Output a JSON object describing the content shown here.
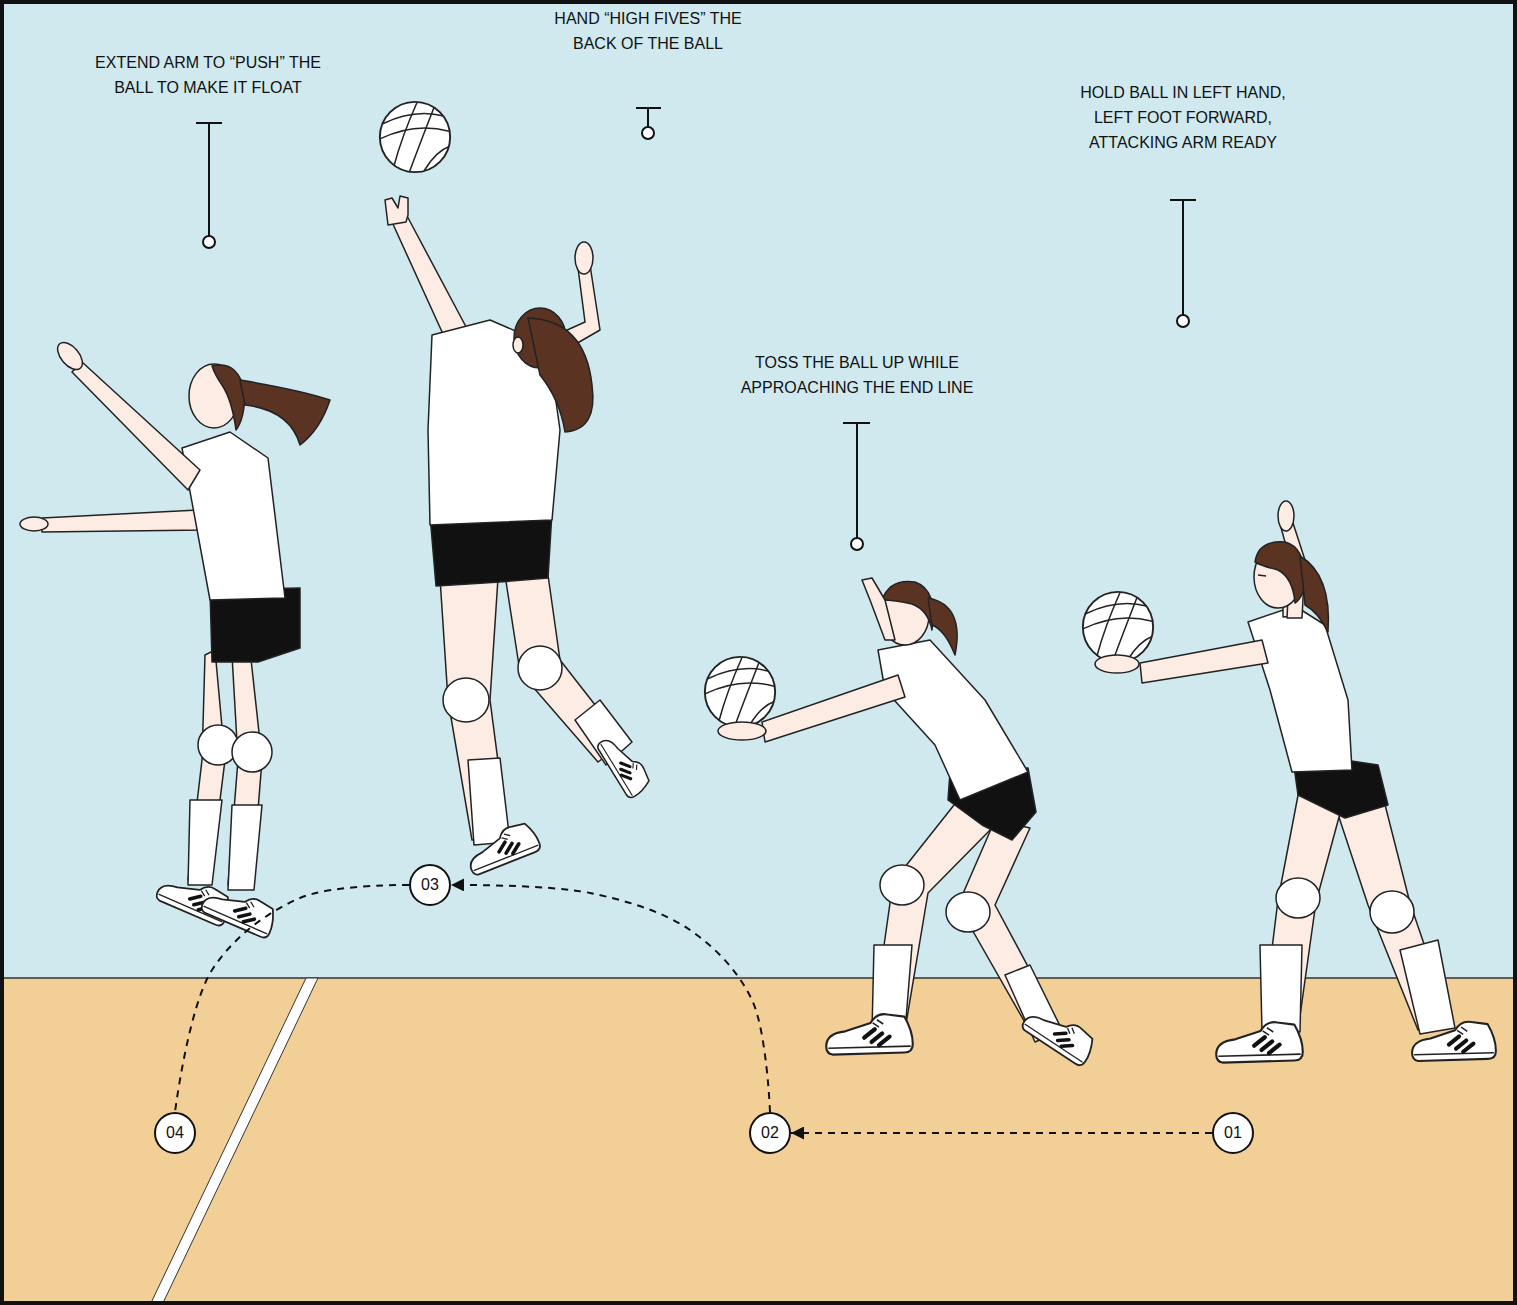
{
  "diagram": {
    "nodes": [
      {
        "text": [
          "01"
        ]
      },
      {
        "text": [
          "02"
        ]
      },
      {
        "text": [
          "03"
        ]
      },
      {
        "text": [
          "04"
        ]
      }
    ],
    "edges": [
      {
        "from": 0,
        "to": 1,
        "arrow": "to"
      },
      {
        "from": 1,
        "to": 2,
        "arrow": "to"
      },
      {
        "from": 2,
        "to": 3,
        "arrow": "none"
      }
    ],
    "labels": [
      "EXTEND ARM TO “PUSH” THE BALL TO MAKE IT FLOAT",
      "HAND “HIGH FIVES” THE BACK OF THE BALL",
      "HOLD BALL IN LEFT HAND, LEFT FOOT FORWARD, ATTACKING ARM READY",
      "TOSS THE BALL UP WHILE APPROACHING THE END LINE"
    ]
  }
}
